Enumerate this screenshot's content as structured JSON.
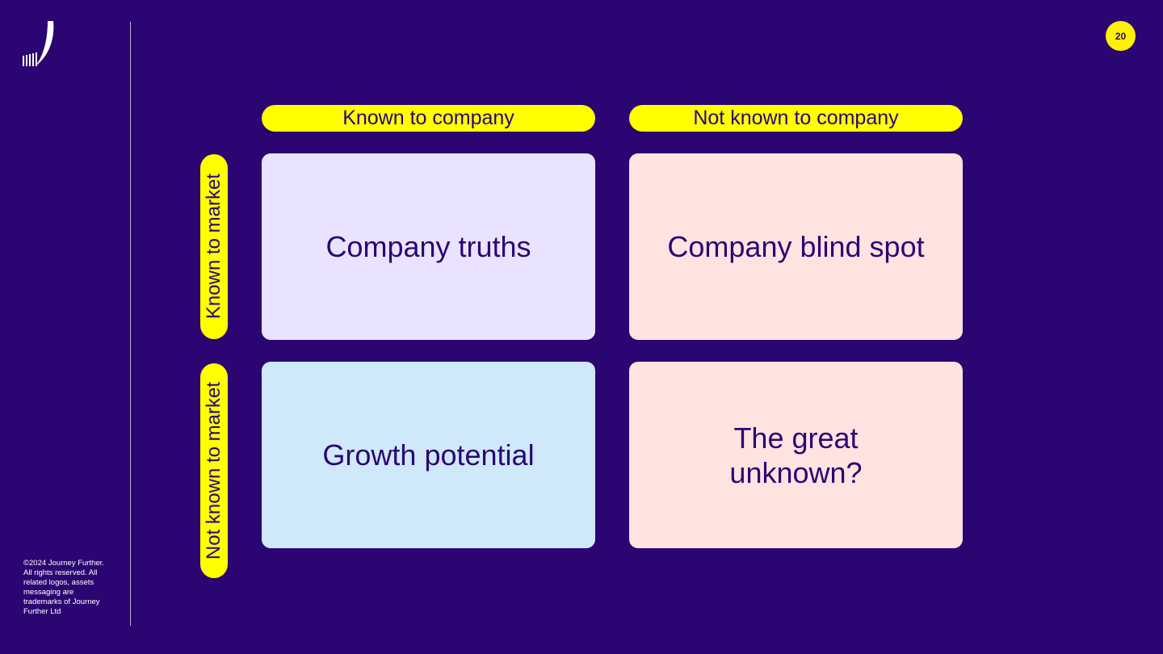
{
  "page_number": "20",
  "copyright": "©2024 Journey Further. All rights reserved. All related logos, assets messaging are trademarks of Journey Further Ltd",
  "columns": [
    {
      "label": "Known to company"
    },
    {
      "label": "Not known to company"
    }
  ],
  "rows": [
    {
      "label": "Known to market"
    },
    {
      "label": "Not known to market"
    }
  ],
  "cells": [
    {
      "label": "Company truths",
      "color": "#e9e3ff"
    },
    {
      "label": "Company blind spot",
      "color": "#ffe3e1"
    },
    {
      "label": "Growth potential",
      "color": "#cfe9fb"
    },
    {
      "label": "The great\nunknown?",
      "color": "#ffe3e1"
    }
  ],
  "colors": {
    "background": "#2b0672",
    "accent": "#fff200",
    "text": "#2b0672"
  },
  "icons": {
    "logo": "journey-further-logo"
  }
}
